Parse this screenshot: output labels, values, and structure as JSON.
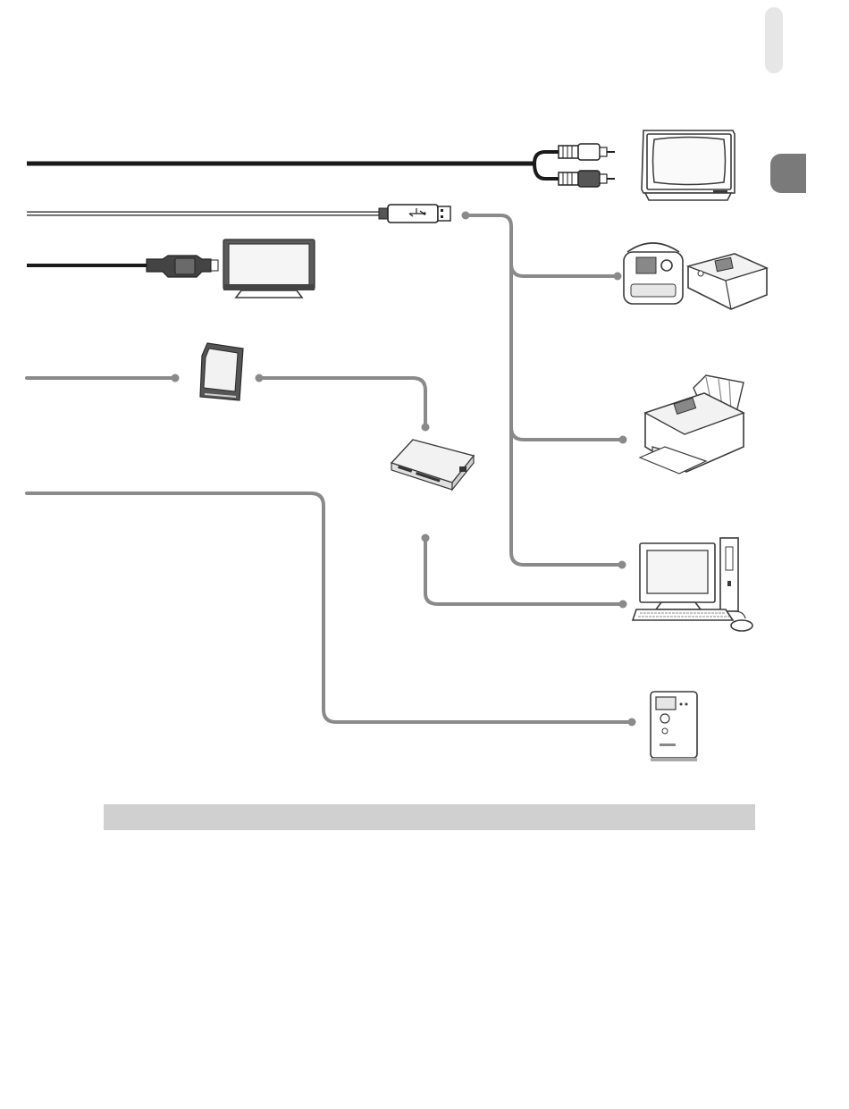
{
  "page": {
    "chapter_tab_color": "#7a7a7a",
    "light_tab_color": "#e6e6e6",
    "section_bar_color": "#d0d0d0",
    "connector_color": "#8a8a8a"
  },
  "devices": [
    {
      "id": "tv",
      "icon": "crt-tv-icon"
    },
    {
      "id": "compact-photo-printers",
      "icon": "photo-printer-icon"
    },
    {
      "id": "inkjet-printer",
      "icon": "inkjet-printer-icon"
    },
    {
      "id": "computer",
      "icon": "desktop-computer-icon"
    },
    {
      "id": "hdtv",
      "icon": "flat-tv-icon"
    },
    {
      "id": "memory-card",
      "icon": "sd-card-icon"
    },
    {
      "id": "card-reader",
      "icon": "card-reader-icon"
    },
    {
      "id": "flash",
      "icon": "external-flash-icon"
    }
  ],
  "cables": [
    {
      "id": "av-cable",
      "icon": "rca-plug-icon"
    },
    {
      "id": "usb-cable",
      "icon": "usb-plug-icon"
    },
    {
      "id": "hdmi-cable",
      "icon": "hdmi-plug-icon"
    }
  ]
}
